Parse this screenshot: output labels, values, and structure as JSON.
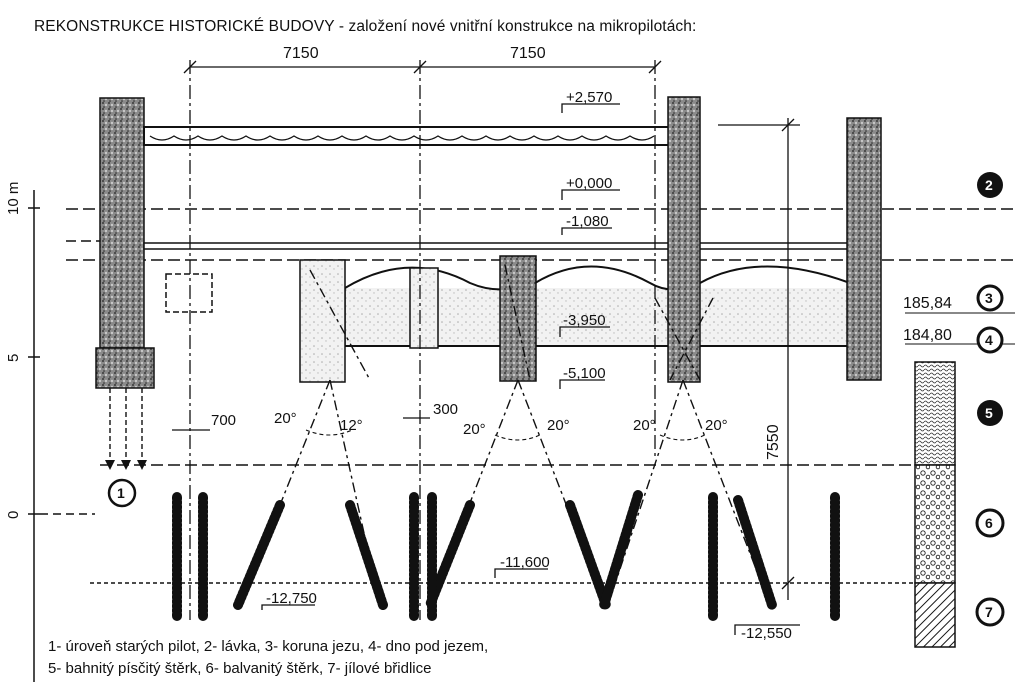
{
  "title": "REKONSTRUKCE HISTORICKÉ BUDOVY - založení nové vnitřní konstrukce na mikropilotách:",
  "dimensions": {
    "span_left": "7150",
    "span_right": "7150",
    "height": "7550",
    "gap_700": "700",
    "gap_300": "300"
  },
  "levels": {
    "l2570": "+2,570",
    "l0000": "+0,000",
    "l1080": "-1,080",
    "l3950": "-3,950",
    "l5100": "-5,100",
    "l11600": "-11,600",
    "l12750": "-12,750",
    "l12550": "-12,550",
    "l185": "185,84",
    "l184": "184,80"
  },
  "angles": {
    "a1": "20°",
    "a2": "12°",
    "a3": "20°",
    "a4": "20°",
    "a5": "20°",
    "a6": "20°"
  },
  "scale": {
    "s10": "10 m",
    "s5": "5",
    "s0": "0"
  },
  "markers": {
    "m1": "1",
    "m2": "2",
    "m3": "3",
    "m4": "4",
    "m5": "5",
    "m6": "6",
    "m7": "7"
  },
  "legend": {
    "line1": "1- úroveň starých pilot, 2- lávka, 3- koruna jezu, 4- dno pod jezem,",
    "line2": "5- bahnitý písčitý štěrk, 6- balvanitý štěrk, 7- jílové břidlice"
  }
}
